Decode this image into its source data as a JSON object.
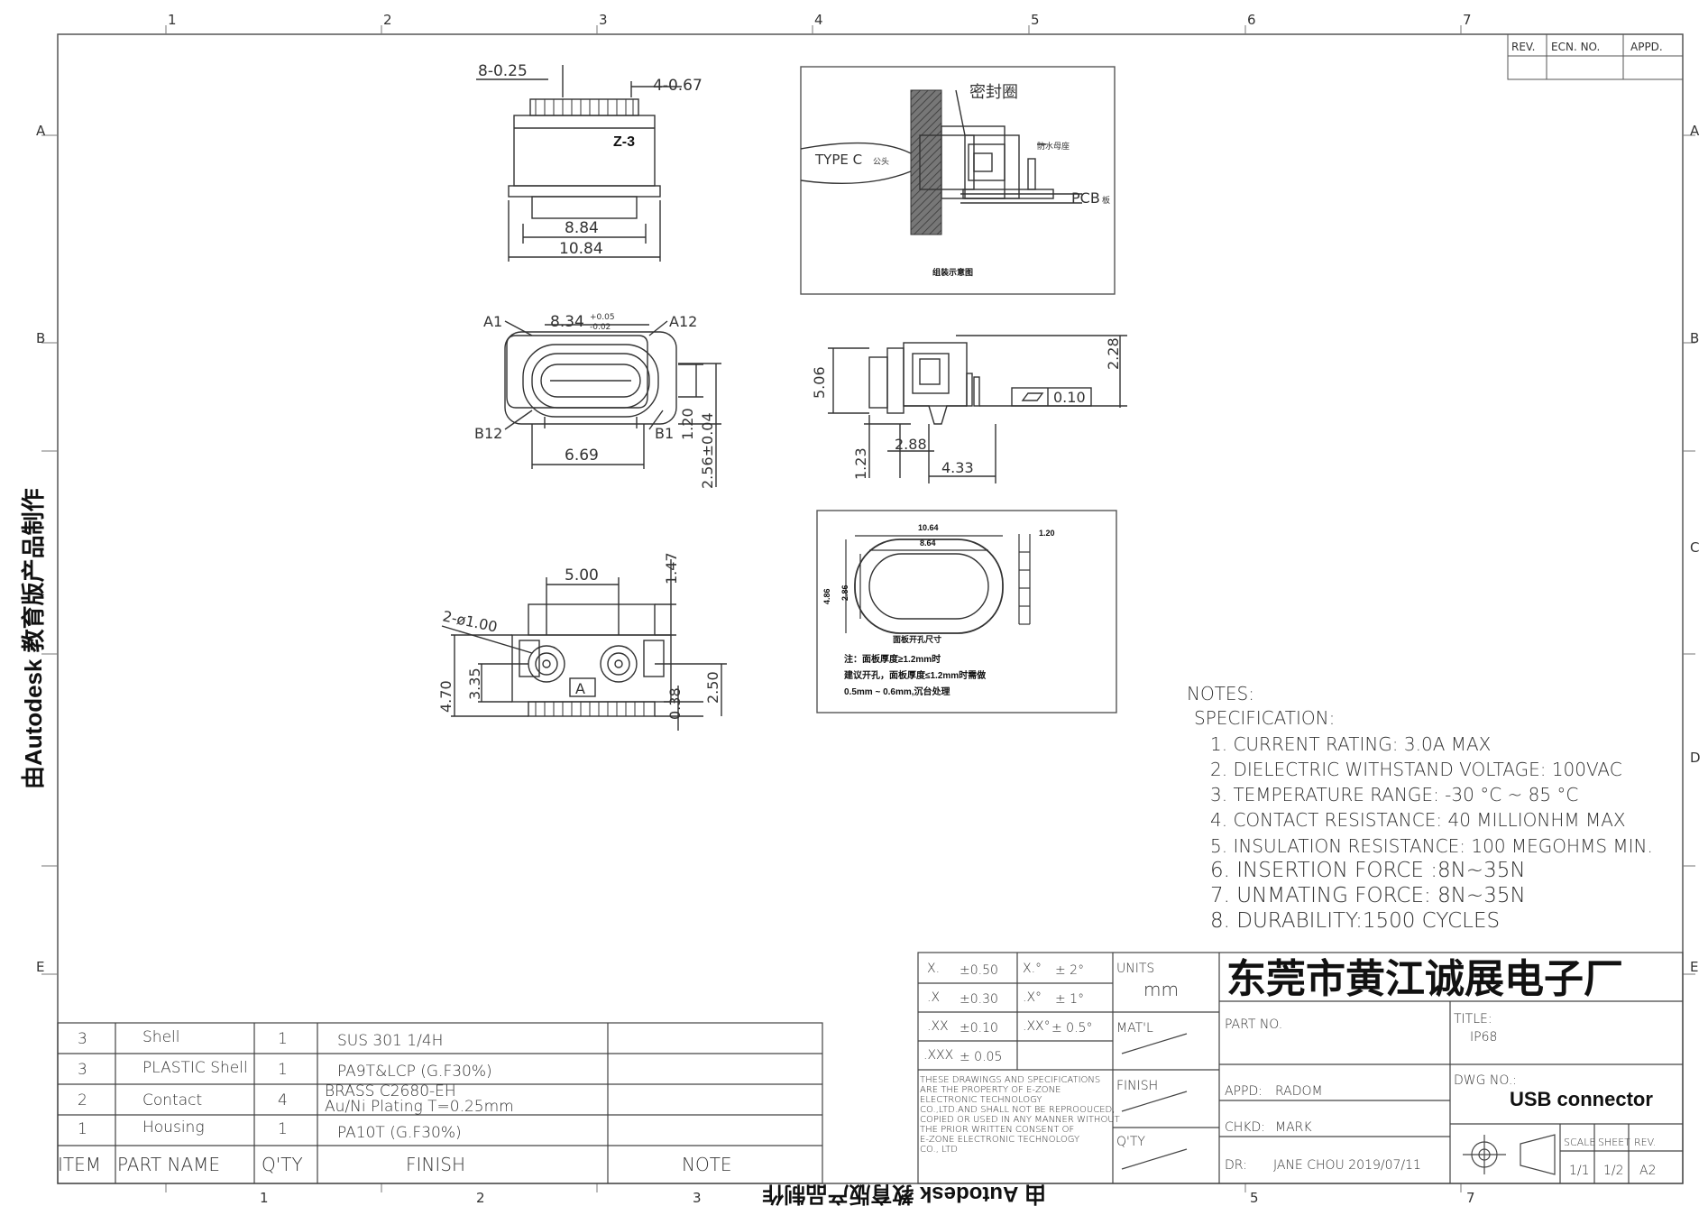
{
  "grid": {
    "columns": [
      "1",
      "2",
      "3",
      "4",
      "5",
      "6",
      "7"
    ],
    "rows": [
      "A",
      "B",
      "C",
      "D",
      "E"
    ]
  },
  "revision_block": {
    "rev": "REV.",
    "ecn": "ECN. NO.",
    "appd": "APPD."
  },
  "watermark": {
    "side": "由Autodesk 教育版产品制作",
    "bottom": "由 Autodesk 教育版产品制作"
  },
  "views": {
    "top_view": {
      "dims": [
        "8-0.25",
        "4-0.67",
        "8.84",
        "10.84"
      ],
      "mark": "Z-3"
    },
    "section_view": {
      "labels": {
        "seal": "密封圈",
        "type_c": "TYPE C",
        "type_c_suffix": "公头",
        "pcb": "PCB",
        "pcb_suffix": "板",
        "waterproof": "防水母座",
        "caption": "组装示意图"
      }
    },
    "front_view": {
      "dims": [
        "8.34",
        "+0.05",
        "-0.02",
        "6.69",
        "1.20",
        "2.56±0.04"
      ],
      "pins": [
        "A1",
        "A12",
        "B12",
        "B1"
      ]
    },
    "side_view": {
      "dims": [
        "5.06",
        "2.28",
        "0.10",
        "1.23",
        "2.88",
        "4.33"
      ]
    },
    "panel_view": {
      "dims": [
        "10.64",
        "8.64",
        "4.86",
        "2.86",
        "1.20"
      ],
      "notes": [
        "面板开孔尺寸",
        "注：面板厚度≥1.2mm时",
        "建议开孔，面板厚度≤1.2mm时需做",
        "0.5mm ~ 0.6mm,沉台处理"
      ]
    },
    "bottom_view": {
      "dims": [
        "5.00",
        "1.47",
        "2-ø1.00",
        "4.70",
        "3.35",
        "0.38",
        "2.50"
      ],
      "mark": "A"
    }
  },
  "notes": {
    "title": "NOTES:",
    "subtitle": "SPECIFICATION:",
    "items": [
      "1. CURRENT RATING: 3.0A MAX",
      "2. DIELECTRIC WITHSTAND VOLTAGE: 100VAC",
      "3. TEMPERATURE RANGE: -30 °C ~ 85 °C",
      "4. CONTACT RESISTANCE: 40 MILLIONHM MAX",
      "5. INSULATION RESISTANCE: 100 MEGOHMS MIN.",
      "6.  INSERTION  FORCE  :8N~35N",
      "7.  UNMATING  FORCE:  8N~35N",
      "8.  DURABILITY:1500  CYCLES"
    ]
  },
  "bom": {
    "headers": [
      "ITEM",
      "PART NAME",
      "Q'TY",
      "FINISH",
      "NOTE"
    ],
    "rows": [
      {
        "item": "3",
        "name": "Shell",
        "qty": "1",
        "finish": [
          "SUS 301 1/4H"
        ]
      },
      {
        "item": "3",
        "name": "PLASTIC Shell",
        "qty": "1",
        "finish": [
          "PA9T&LCP (G.F30%)"
        ]
      },
      {
        "item": "2",
        "name": "Contact",
        "qty": "4",
        "finish": [
          "BRASS C2680-EH",
          "Au/Ni  Plating  T=0.25mm"
        ]
      },
      {
        "item": "1",
        "name": "Housing",
        "qty": "1",
        "finish": [
          "PA10T (G.F30%)"
        ]
      }
    ]
  },
  "title_block": {
    "tolerances": [
      {
        "a": "X.",
        "b": "±0.50",
        "c": "X.°",
        "d": "± 2°"
      },
      {
        "a": ".X",
        "b": "±0.30",
        "c": ".X°",
        "d": "± 1°"
      },
      {
        "a": ".XX",
        "b": "±0.10",
        "c": ".XX°",
        "d": "± 0.5°"
      },
      {
        "a": ".XXX",
        "b": "± 0.05",
        "c": "",
        "d": ""
      }
    ],
    "units_label": "UNITS",
    "units_value": "mm",
    "matl_label": "MAT'L",
    "finish_label": "FINISH",
    "qty_label": "Q'TY",
    "disclaimer": [
      "THESE DRAWINGS AND SPECIFICATIONS",
      "ARE THE PROPERTY OF  E-ZONE",
      "ELECTRONIC TECHNOLOGY",
      "CO.,LTD.AND SHALL NOT BE REPROOUCED,",
      "COPIED OR USED IN ANY  MANNER WITHOUT",
      "THE  PRIOR WRITTEN  CONSENT  OF",
      "E-ZONE ELECTRONIC TECHNOLOGY",
      "CO., LTD"
    ],
    "company": "东莞市黄江诚展电子厂",
    "part_no_label": "PART  NO.",
    "title_label": "TITLE:",
    "title_value": "IP68",
    "appd_label": "APPD:",
    "appd_value": "RADOM",
    "chkd_label": "CHKD:",
    "chkd_value": "MARK",
    "dr_label": "DR:",
    "dr_value": "JANE CHOU 2019/07/11",
    "dwg_label": "DWG NO.:",
    "dwg_value": "USB connector",
    "scale_label": "SCALE",
    "scale_value": "1/1",
    "sheet_label": "SHEET",
    "sheet_value": "1/2",
    "rev_label": "REV.",
    "rev_value": "A2"
  }
}
